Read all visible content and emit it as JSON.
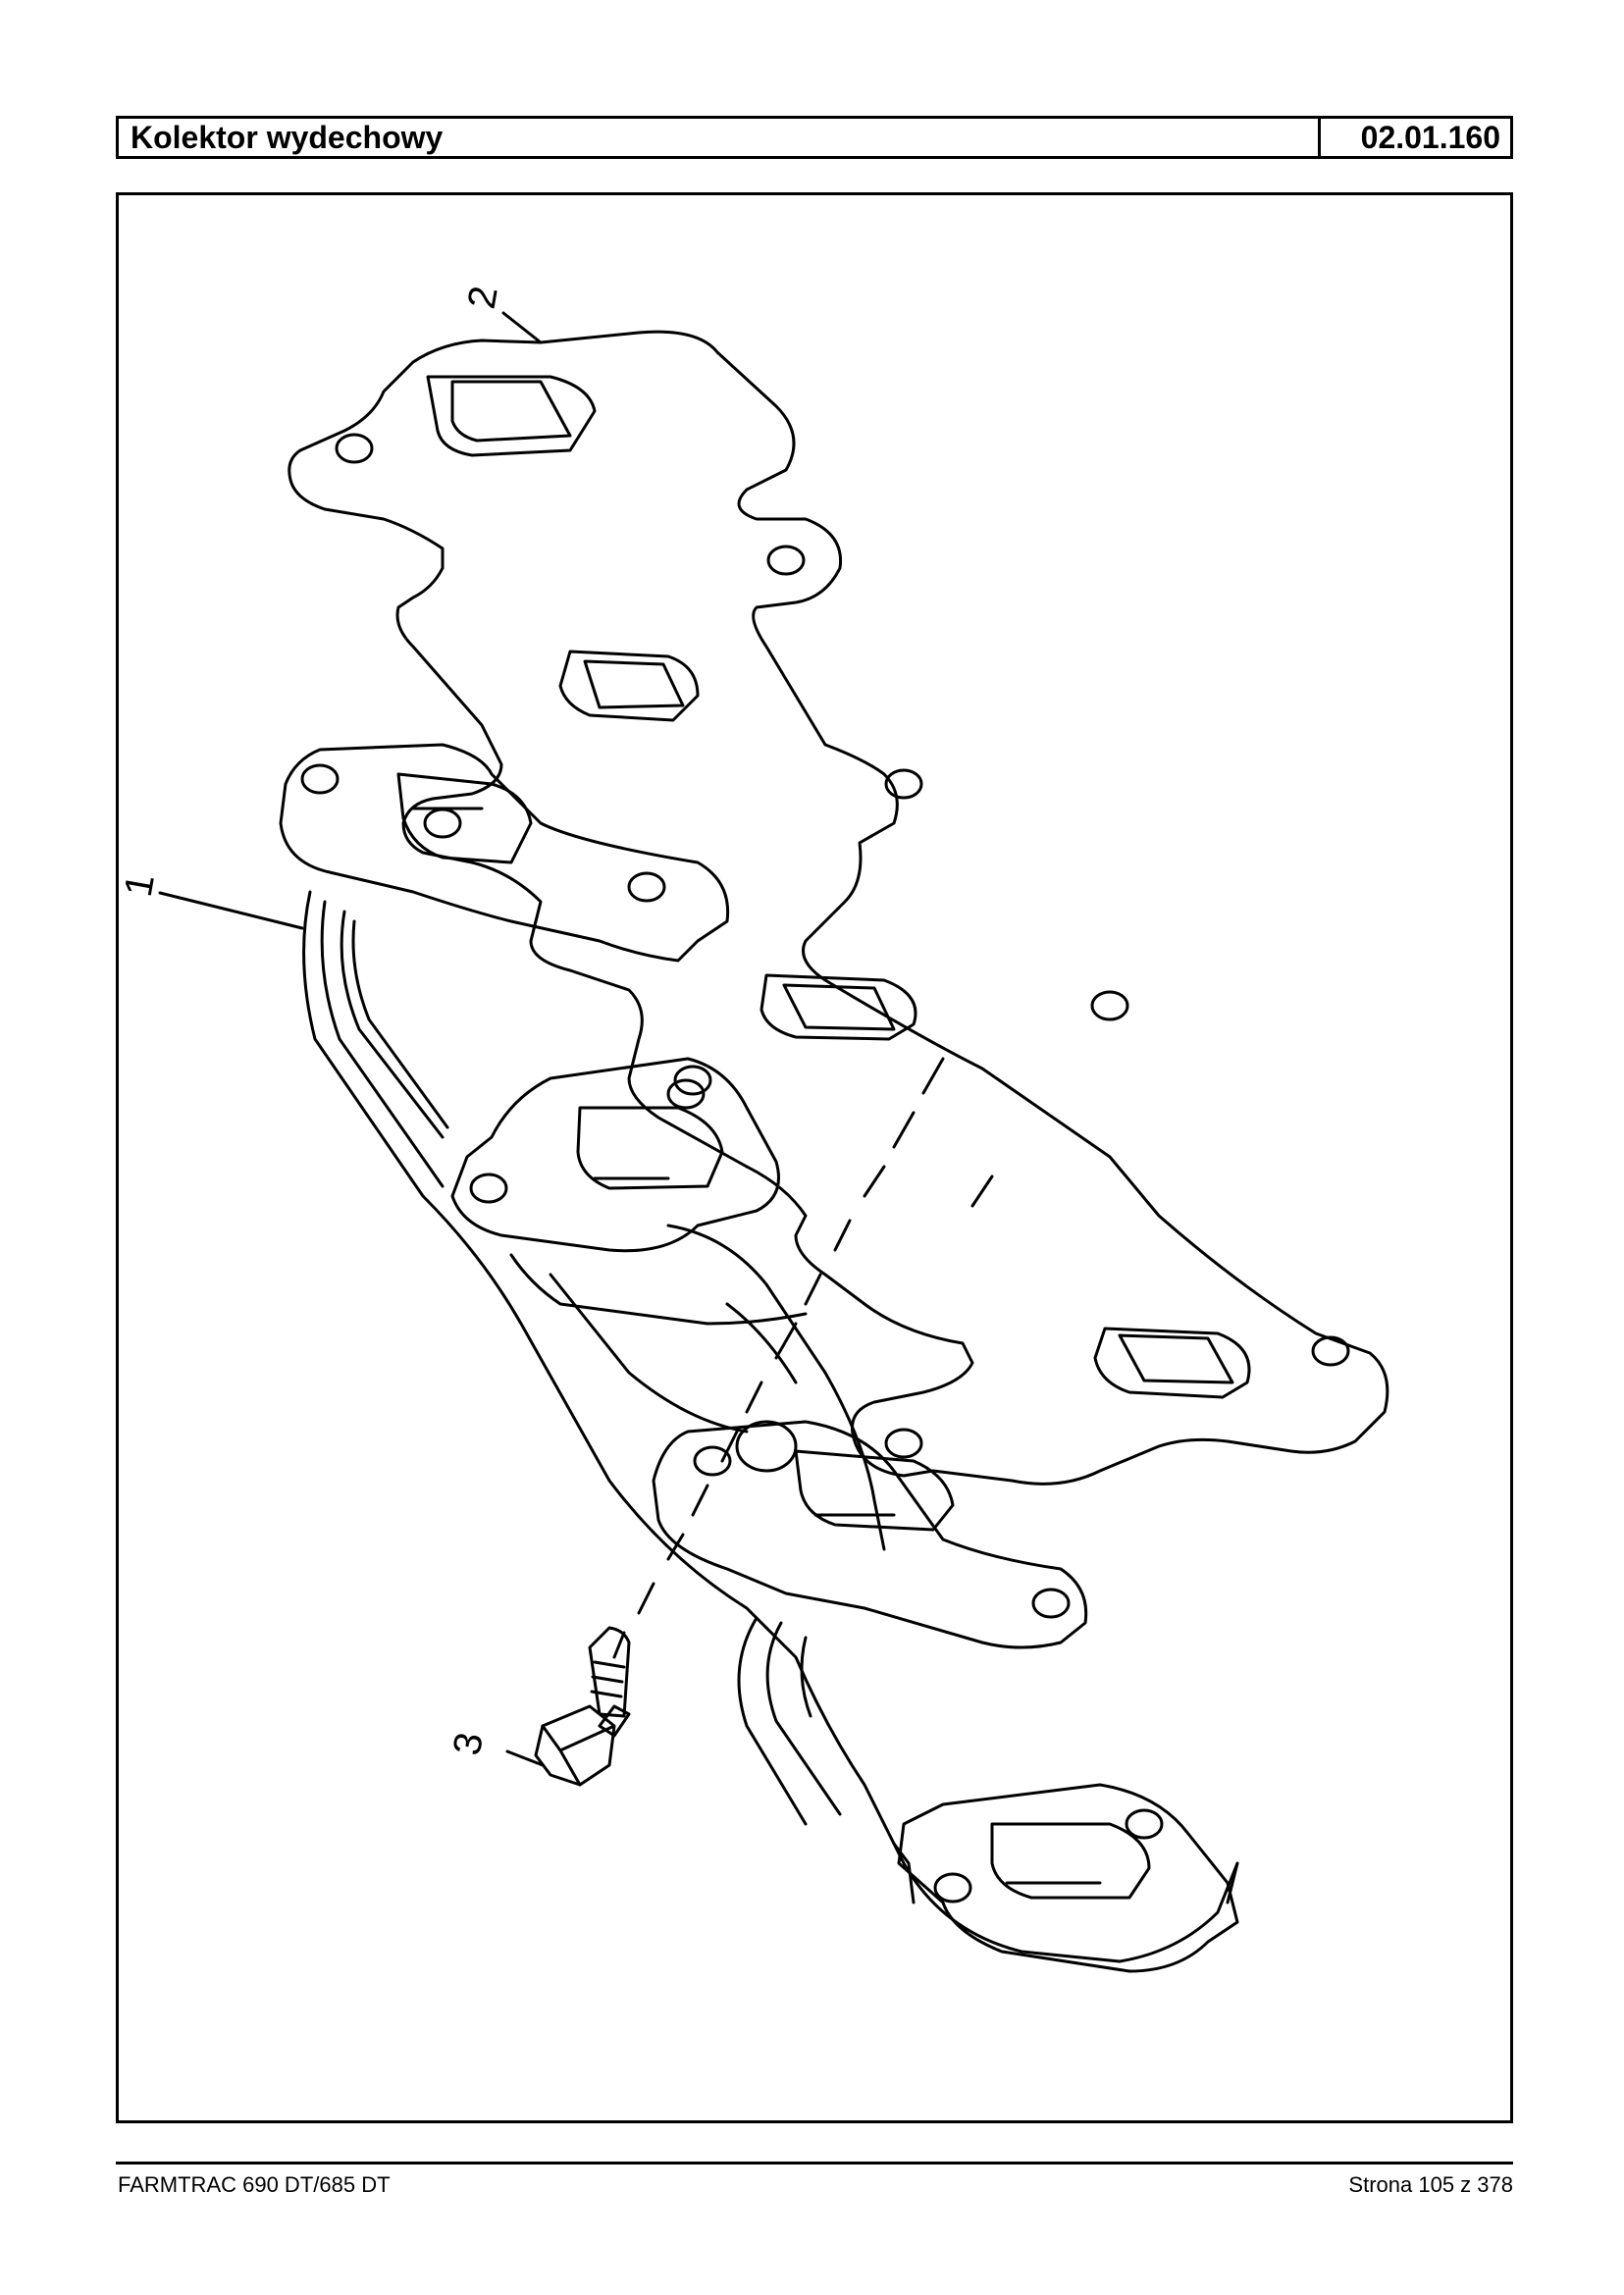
{
  "header": {
    "title": "Kolektor wydechowy",
    "section_code": "02.01.160"
  },
  "figure": {
    "callouts": [
      "1",
      "2",
      "3"
    ]
  },
  "footer": {
    "model": "FARMTRAC 690 DT/685 DT",
    "page": "Strona 105 z 378"
  }
}
